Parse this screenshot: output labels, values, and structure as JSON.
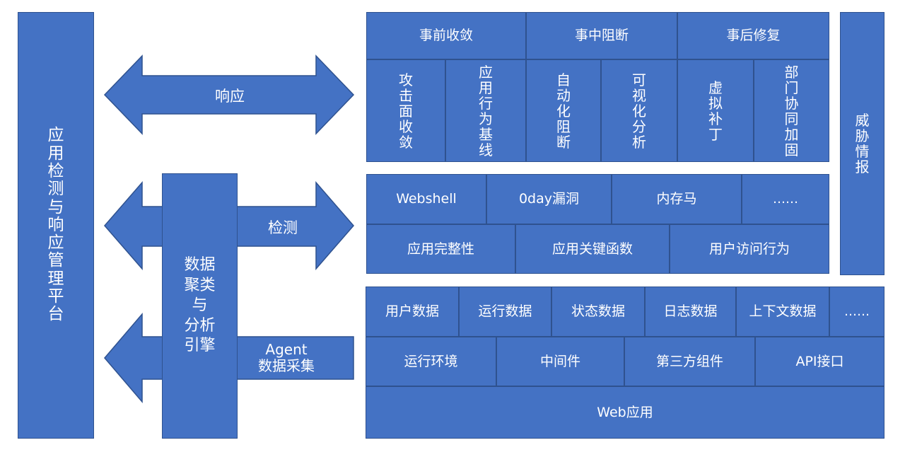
{
  "platform": "应用检测与响应管理平台",
  "engine": "数据聚类与分析引擎",
  "threat_intel": "威胁情报",
  "arrows": {
    "response": "响应",
    "detection": "检测",
    "agent_line1": "Agent",
    "agent_line2": "数据采集"
  },
  "response_phases": [
    "事前收敛",
    "事中阻断",
    "事后修复"
  ],
  "response_items": [
    "攻击面收敛",
    "应用行为基线",
    "自动化阻断",
    "可视化分析",
    "虚拟补丁",
    "部门协同加固"
  ],
  "detection_row1": [
    "Webshell",
    "0day漏洞",
    "内存马",
    "……"
  ],
  "detection_row2": [
    "应用完整性",
    "应用关键函数",
    "用户访问行为"
  ],
  "data_row1": [
    "用户数据",
    "运行数据",
    "状态数据",
    "日志数据",
    "上下文数据",
    "……"
  ],
  "data_row2": [
    "运行环境",
    "中间件",
    "第三方组件",
    "API接口"
  ],
  "web_app": "Web应用",
  "colors": {
    "fill": "#4472c4",
    "border": "#2f528f",
    "text": "#ffffff"
  }
}
